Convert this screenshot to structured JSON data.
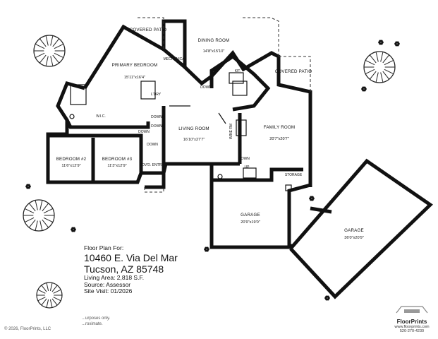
{
  "rooms": {
    "covered_patio_1": {
      "name": "COVERED PATIO"
    },
    "dining": {
      "name": "DINING ROOM",
      "dims": "14'8\"x15'10\""
    },
    "mechanical": {
      "name": "MECHANICAL"
    },
    "primary_bed": {
      "name": "PRIMARY BEDROOM",
      "dims": "15'11\"x16'4\""
    },
    "kitchen": {
      "name": "KIT."
    },
    "covered_patio_2": {
      "name": "COVERED PATIO"
    },
    "wic": {
      "name": "W.I.C."
    },
    "ldry": {
      "name": "L'DRY"
    },
    "living": {
      "name": "LIVING ROOM",
      "dims": "16'10\"x27'7\""
    },
    "family": {
      "name": "FAMILY ROOM",
      "dims": "20'7\"x20'7\""
    },
    "bed2": {
      "name": "BEDROOM #2",
      "dims": "11'6\"x12'9\""
    },
    "bed3": {
      "name": "BEDROOM #3",
      "dims": "11'3\"x12'9\""
    },
    "covd_entry": {
      "name": "COV'D. ENTRY"
    },
    "storage": {
      "name": "STORAGE"
    },
    "garage1": {
      "name": "GARAGE",
      "dims": "20'9\"x19'0\""
    },
    "garage2": {
      "name": "GARAGE",
      "dims": "36'0\"x20'9\""
    },
    "wine": {
      "name": "WINE RM"
    }
  },
  "markers": {
    "down": "DOWN",
    "up": "UP"
  },
  "info": {
    "line1": "Floor Plan For:",
    "address": "10460 E. Via Del Mar",
    "city": "Tucson, AZ  85748",
    "area": "Living Area:  2,818 S.F.",
    "source": "Source:  Assessor",
    "visit": "Site Visit:  01/2026"
  },
  "footer": {
    "line1": "...urposes only.",
    "line2": "...roximate.",
    "copyright": "© 2026, FloorPrints, LLC"
  },
  "logo": {
    "name": "FloorPrints",
    "url": "www.floorprints.com",
    "phone": "520-270-4230"
  }
}
